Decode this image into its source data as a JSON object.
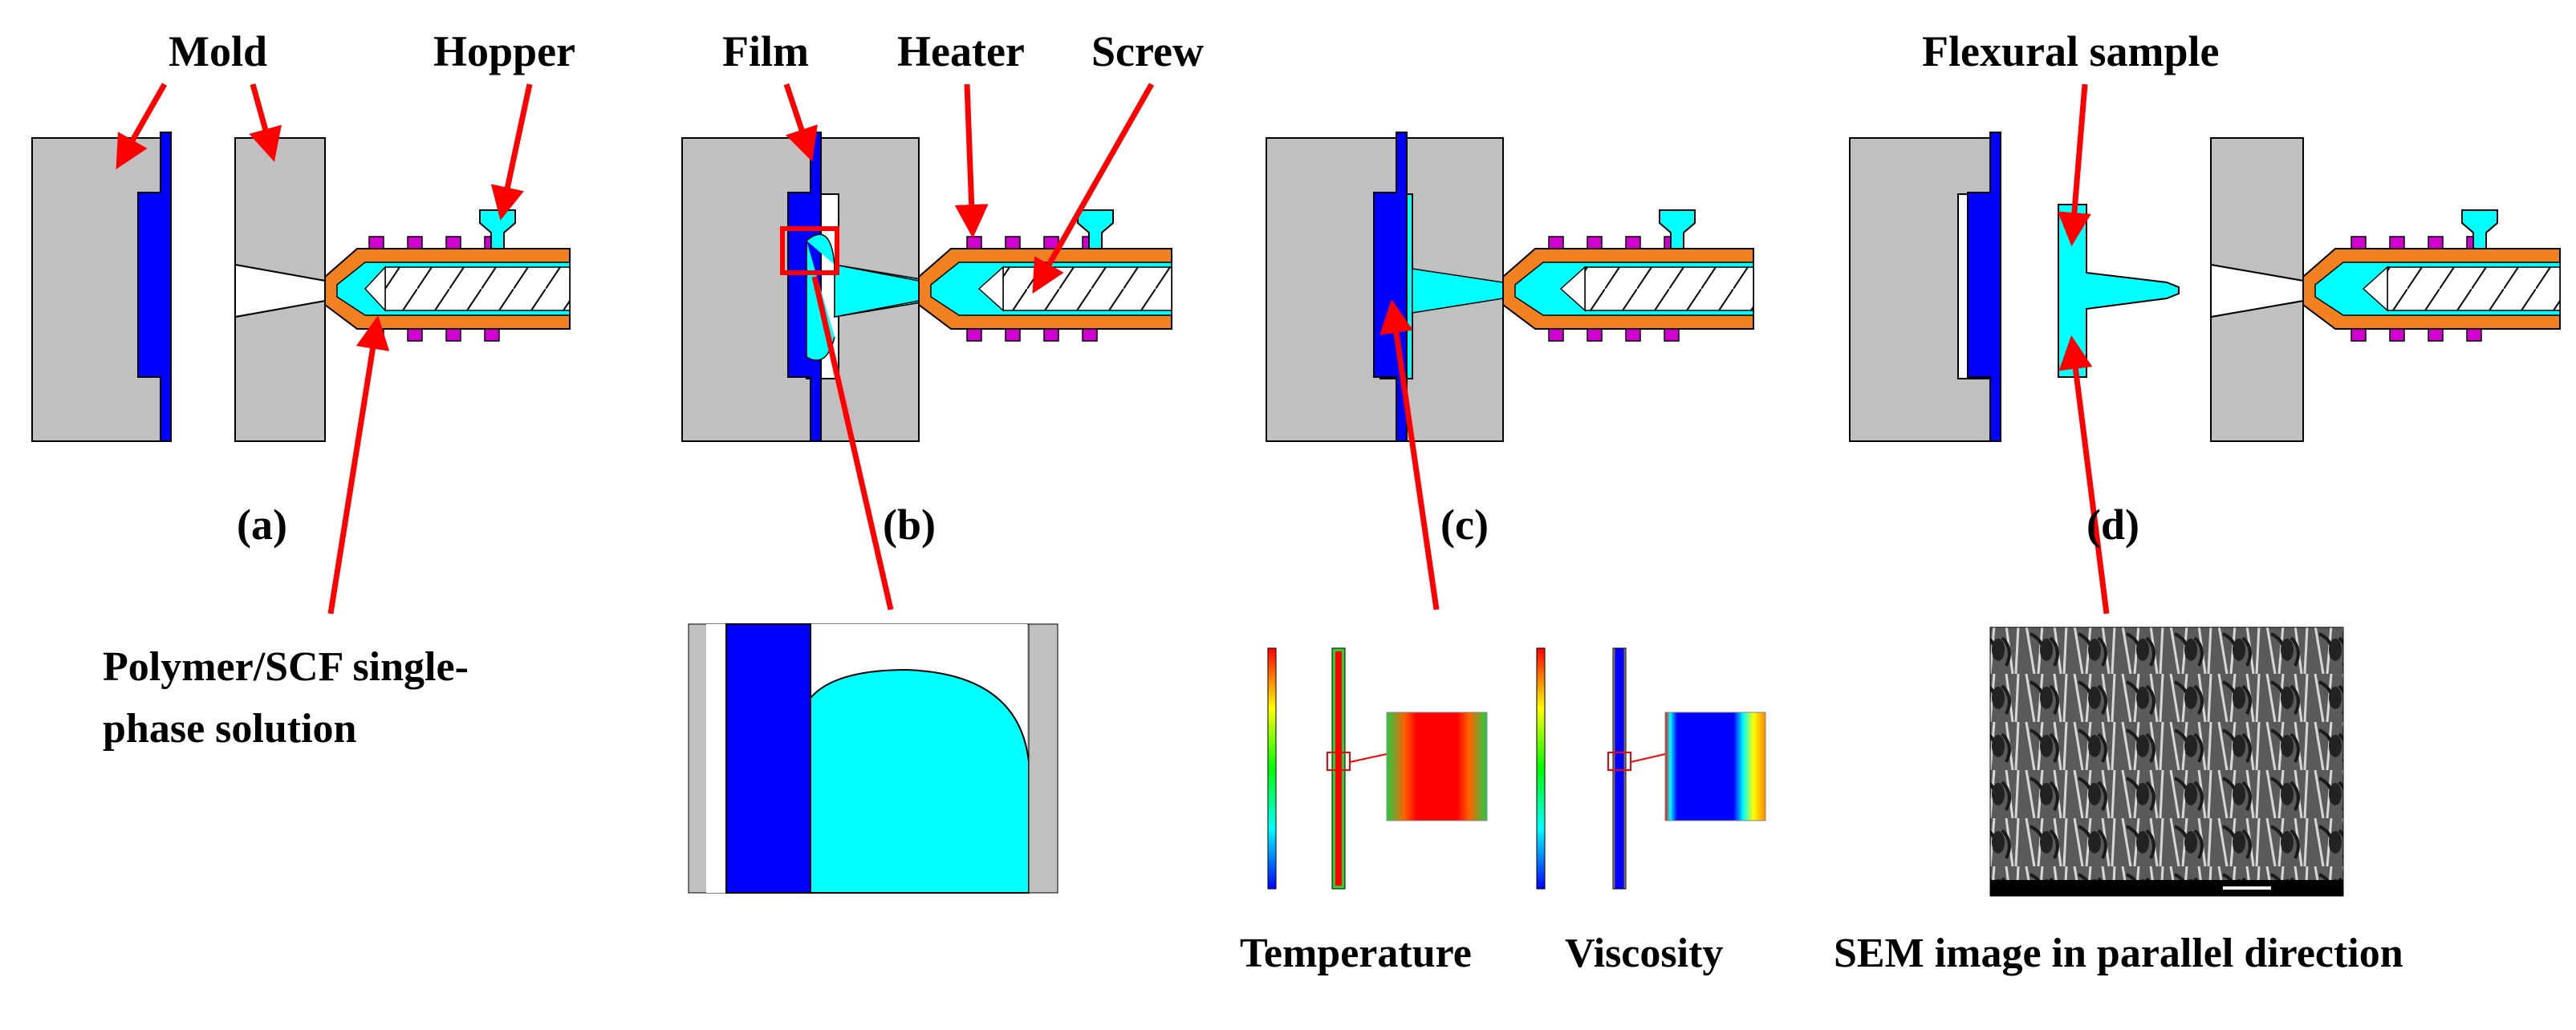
{
  "labels": {
    "mold": "Mold",
    "hopper": "Hopper",
    "film": "Film",
    "heater": "Heater",
    "screw": "Screw",
    "flexural_sample": "Flexural sample",
    "solution_line1": "Polymer/SCF single-",
    "solution_line2": "phase solution",
    "temperature": "Temperature",
    "viscosity": "Viscosity",
    "sem": "SEM image in parallel direction"
  },
  "captions": {
    "a": "(a)",
    "b": "(b)",
    "c": "(c)",
    "d": "(d)"
  },
  "colors": {
    "mold": "#c0c0c0",
    "film": "#0000ff",
    "polymer_melt": "#00ffff",
    "barrel": "#f08020",
    "heater": "#d000d0",
    "arrow": "#ff0000",
    "outline": "#000000"
  }
}
